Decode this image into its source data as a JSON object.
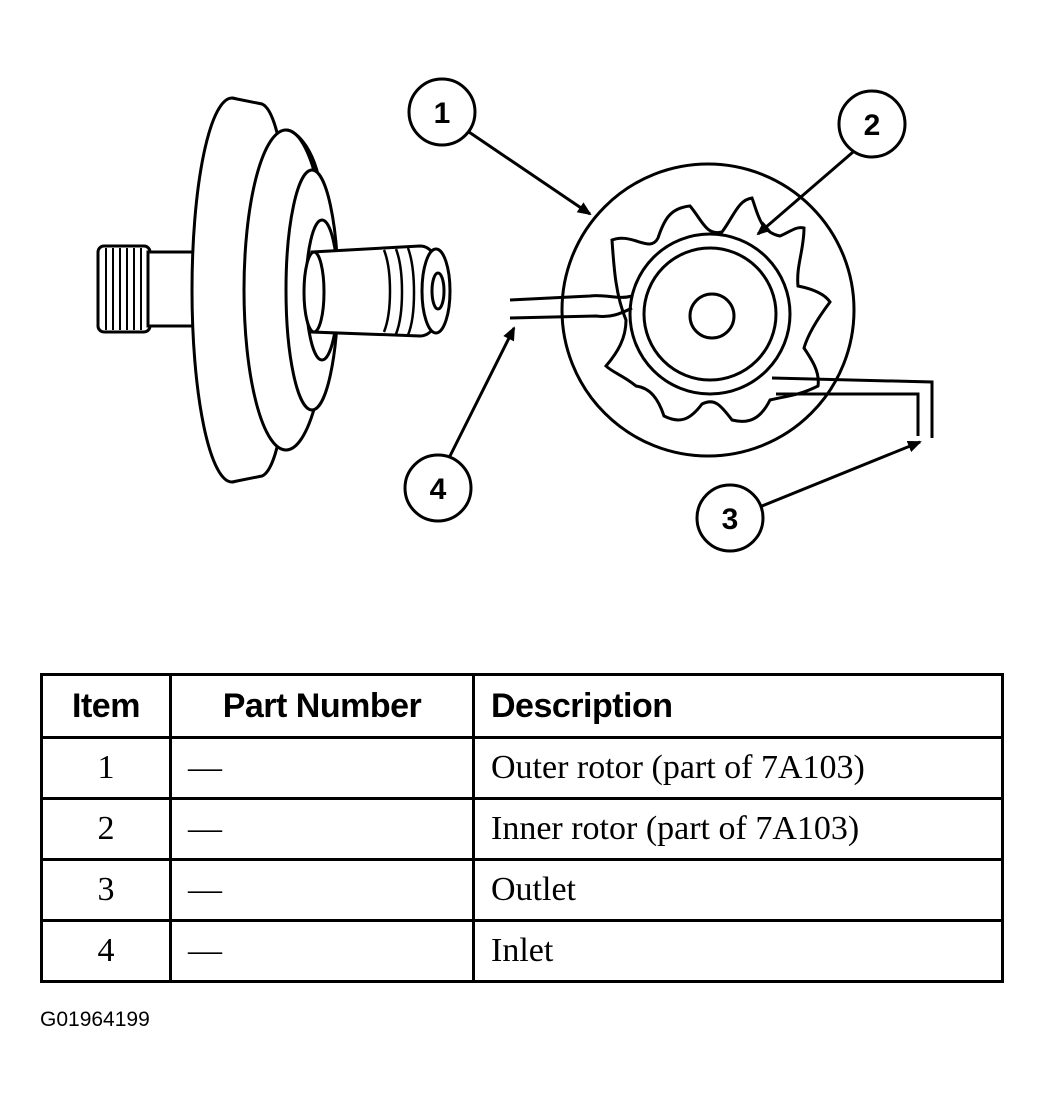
{
  "callouts": {
    "c1": "1",
    "c2": "2",
    "c3": "3",
    "c4": "4"
  },
  "table": {
    "headers": [
      "Item",
      "Part Number",
      "Description"
    ],
    "rows": [
      {
        "item": "1",
        "part_number": "—",
        "description": "Outer rotor (part of 7A103)"
      },
      {
        "item": "2",
        "part_number": "—",
        "description": "Inner rotor (part of 7A103)"
      },
      {
        "item": "3",
        "part_number": "—",
        "description": "Outlet"
      },
      {
        "item": "4",
        "part_number": "—",
        "description": "Inlet"
      }
    ]
  },
  "figure_id": "G01964199"
}
